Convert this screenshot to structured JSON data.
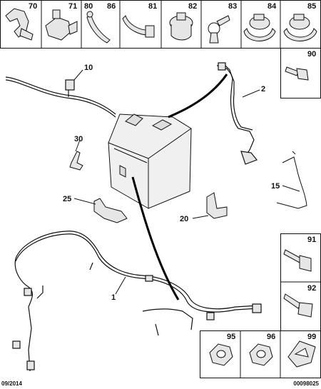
{
  "top_row": [
    {
      "ref": "70"
    },
    {
      "ref": "71"
    },
    {
      "ref": "80"
    },
    {
      "ref": "86"
    },
    {
      "ref": "81"
    },
    {
      "ref": "82"
    },
    {
      "ref": "83"
    },
    {
      "ref": "84"
    },
    {
      "ref": "85"
    }
  ],
  "right_column": [
    {
      "ref": "90"
    },
    {
      "ref": "91"
    },
    {
      "ref": "92"
    }
  ],
  "bottom_row": [
    {
      "ref": "95"
    },
    {
      "ref": "96"
    },
    {
      "ref": "99"
    }
  ],
  "callouts": [
    {
      "ref": "10"
    },
    {
      "ref": "2"
    },
    {
      "ref": "30"
    },
    {
      "ref": "15"
    },
    {
      "ref": "25"
    },
    {
      "ref": "20"
    },
    {
      "ref": "1"
    }
  ],
  "footer": {
    "date": "09/2014",
    "reference": "00098025"
  },
  "colors": {
    "line": "#111111",
    "part_fill": "#e6e6e6",
    "cable": "#000000"
  }
}
